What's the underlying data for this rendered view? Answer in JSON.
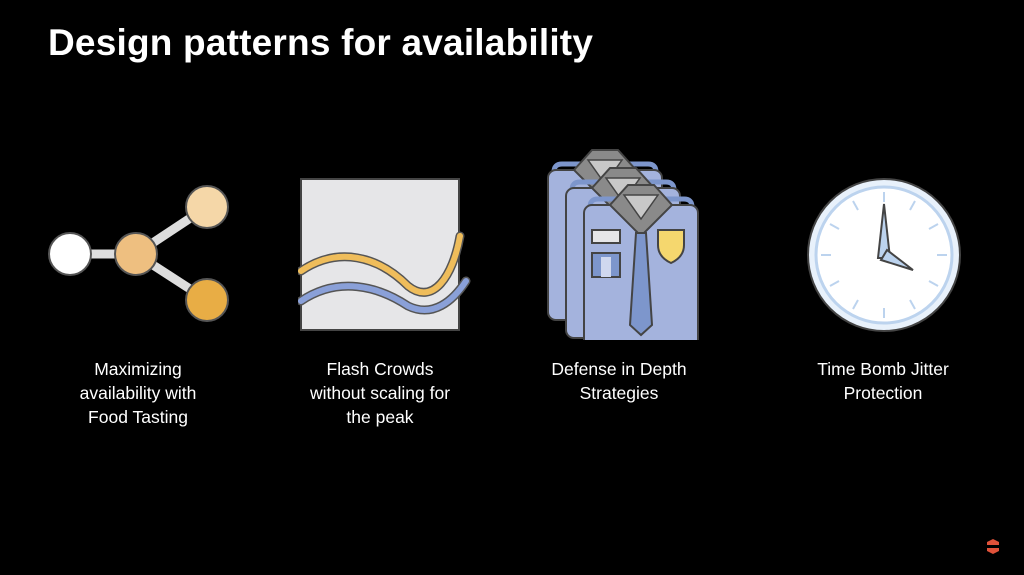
{
  "slide": {
    "title": "Design patterns for availability",
    "items": [
      {
        "icon": "network-nodes-icon",
        "line1": "Maximizing",
        "line2": "availability with",
        "line3": "Food Tasting"
      },
      {
        "icon": "wave-chart-icon",
        "line1": "Flash Crowds",
        "line2": "without scaling for",
        "line3": "the peak"
      },
      {
        "icon": "security-guard-shirts-icon",
        "line1": "Defense in Depth",
        "line2": "Strategies"
      },
      {
        "icon": "clock-icon",
        "line1": "Time Bomb Jitter",
        "line2": "Protection"
      }
    ]
  },
  "colors": {
    "background": "#000000",
    "text": "#ffffff",
    "shirt": "#a4b3dd",
    "tie": "#7d96cc",
    "collar": "#8a8a8a",
    "badge": "#f5d76e",
    "node_light": "#f5d7a8",
    "node_mid": "#eebf80",
    "node_dark": "#e8ad45",
    "wave_orange": "#efbd5b",
    "wave_blue": "#8aa0d8",
    "logo": "#e0523a"
  }
}
